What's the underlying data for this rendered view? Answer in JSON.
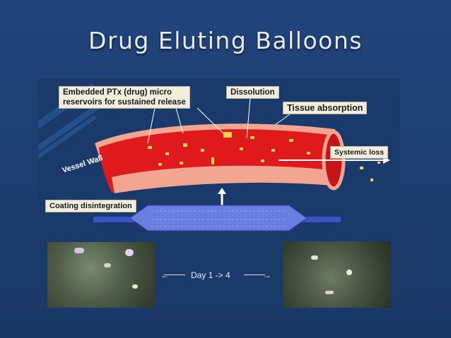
{
  "slide": {
    "title": "Drug Eluting Balloons"
  },
  "labels": {
    "embedded": "Embedded PTx (drug) micro\nreservoirs for sustained release",
    "dissolution": "Dissolution",
    "tissue_absorption": "Tissue absorption",
    "systemic_loss": "Systemic loss",
    "vessel_wall": "Vessel Wall",
    "coating_disintegration": "Coating disintegration",
    "day_range": "Day 1 -> 4"
  },
  "colors": {
    "background": "#1f3f72",
    "vessel_red": "#e0191c",
    "vessel_outer": "#f2a08a",
    "balloon": "#5a6fd6",
    "callout_bg": "#f2eedd"
  }
}
